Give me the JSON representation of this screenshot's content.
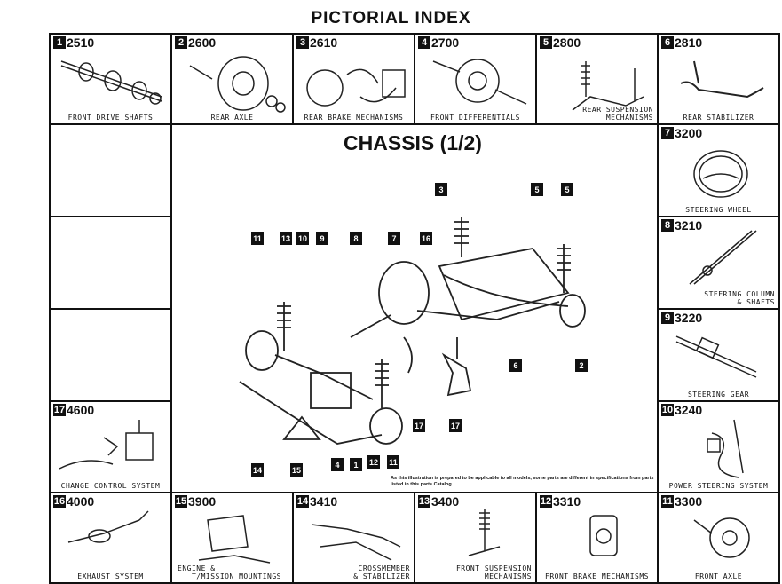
{
  "title": "PICTORIAL INDEX",
  "main_title": "CHASSIS (1/2)",
  "note": "As this illustration is prepared to be applicable to all models, some parts are different in specifications from parts listed in this parts Catalog.",
  "cells": {
    "c1": {
      "num": "1",
      "code": "2510",
      "caption": "FRONT DRIVE SHAFTS"
    },
    "c2": {
      "num": "2",
      "code": "2600",
      "caption": "REAR AXLE"
    },
    "c3": {
      "num": "3",
      "code": "2610",
      "caption": "REAR BRAKE MECHANISMS"
    },
    "c4": {
      "num": "4",
      "code": "2700",
      "caption": "FRONT DIFFERENTIALS"
    },
    "c5": {
      "num": "5",
      "code": "2800",
      "caption": "REAR SUSPENSION\n       MECHANISMS"
    },
    "c6": {
      "num": "6",
      "code": "2810",
      "caption": "REAR STABILIZER"
    },
    "c7": {
      "num": "7",
      "code": "3200",
      "caption": "STEERING WHEEL"
    },
    "c8": {
      "num": "8",
      "code": "3210",
      "caption": "STEERING COLUMN\n       & SHAFTS"
    },
    "c9": {
      "num": "9",
      "code": "3220",
      "caption": "STEERING GEAR"
    },
    "c10": {
      "num": "10",
      "code": "3240",
      "caption": "POWER STEERING SYSTEM"
    },
    "c11": {
      "num": "11",
      "code": "3300",
      "caption": "FRONT AXLE"
    },
    "c12": {
      "num": "12",
      "code": "3310",
      "caption": "FRONT BRAKE MECHANISMS"
    },
    "c13": {
      "num": "13",
      "code": "3400",
      "caption": "FRONT SUSPENSION\n      MECHANISMS"
    },
    "c14": {
      "num": "14",
      "code": "3410",
      "caption": "CROSSMEMBER\n       & STABILIZER"
    },
    "c15": {
      "num": "15",
      "code": "3900",
      "caption": "ENGINE &\n   T/MISSION MOUNTINGS"
    },
    "c16": {
      "num": "16",
      "code": "4000",
      "caption": "EXHAUST SYSTEM"
    },
    "c17": {
      "num": "17",
      "code": "4600",
      "caption": "CHANGE CONTROL SYSTEM"
    }
  },
  "callouts": [
    "3",
    "5",
    "5",
    "11",
    "13",
    "10",
    "9",
    "8",
    "7",
    "16",
    "6",
    "2",
    "17",
    "17",
    "14",
    "15",
    "4",
    "1",
    "12",
    "11"
  ]
}
